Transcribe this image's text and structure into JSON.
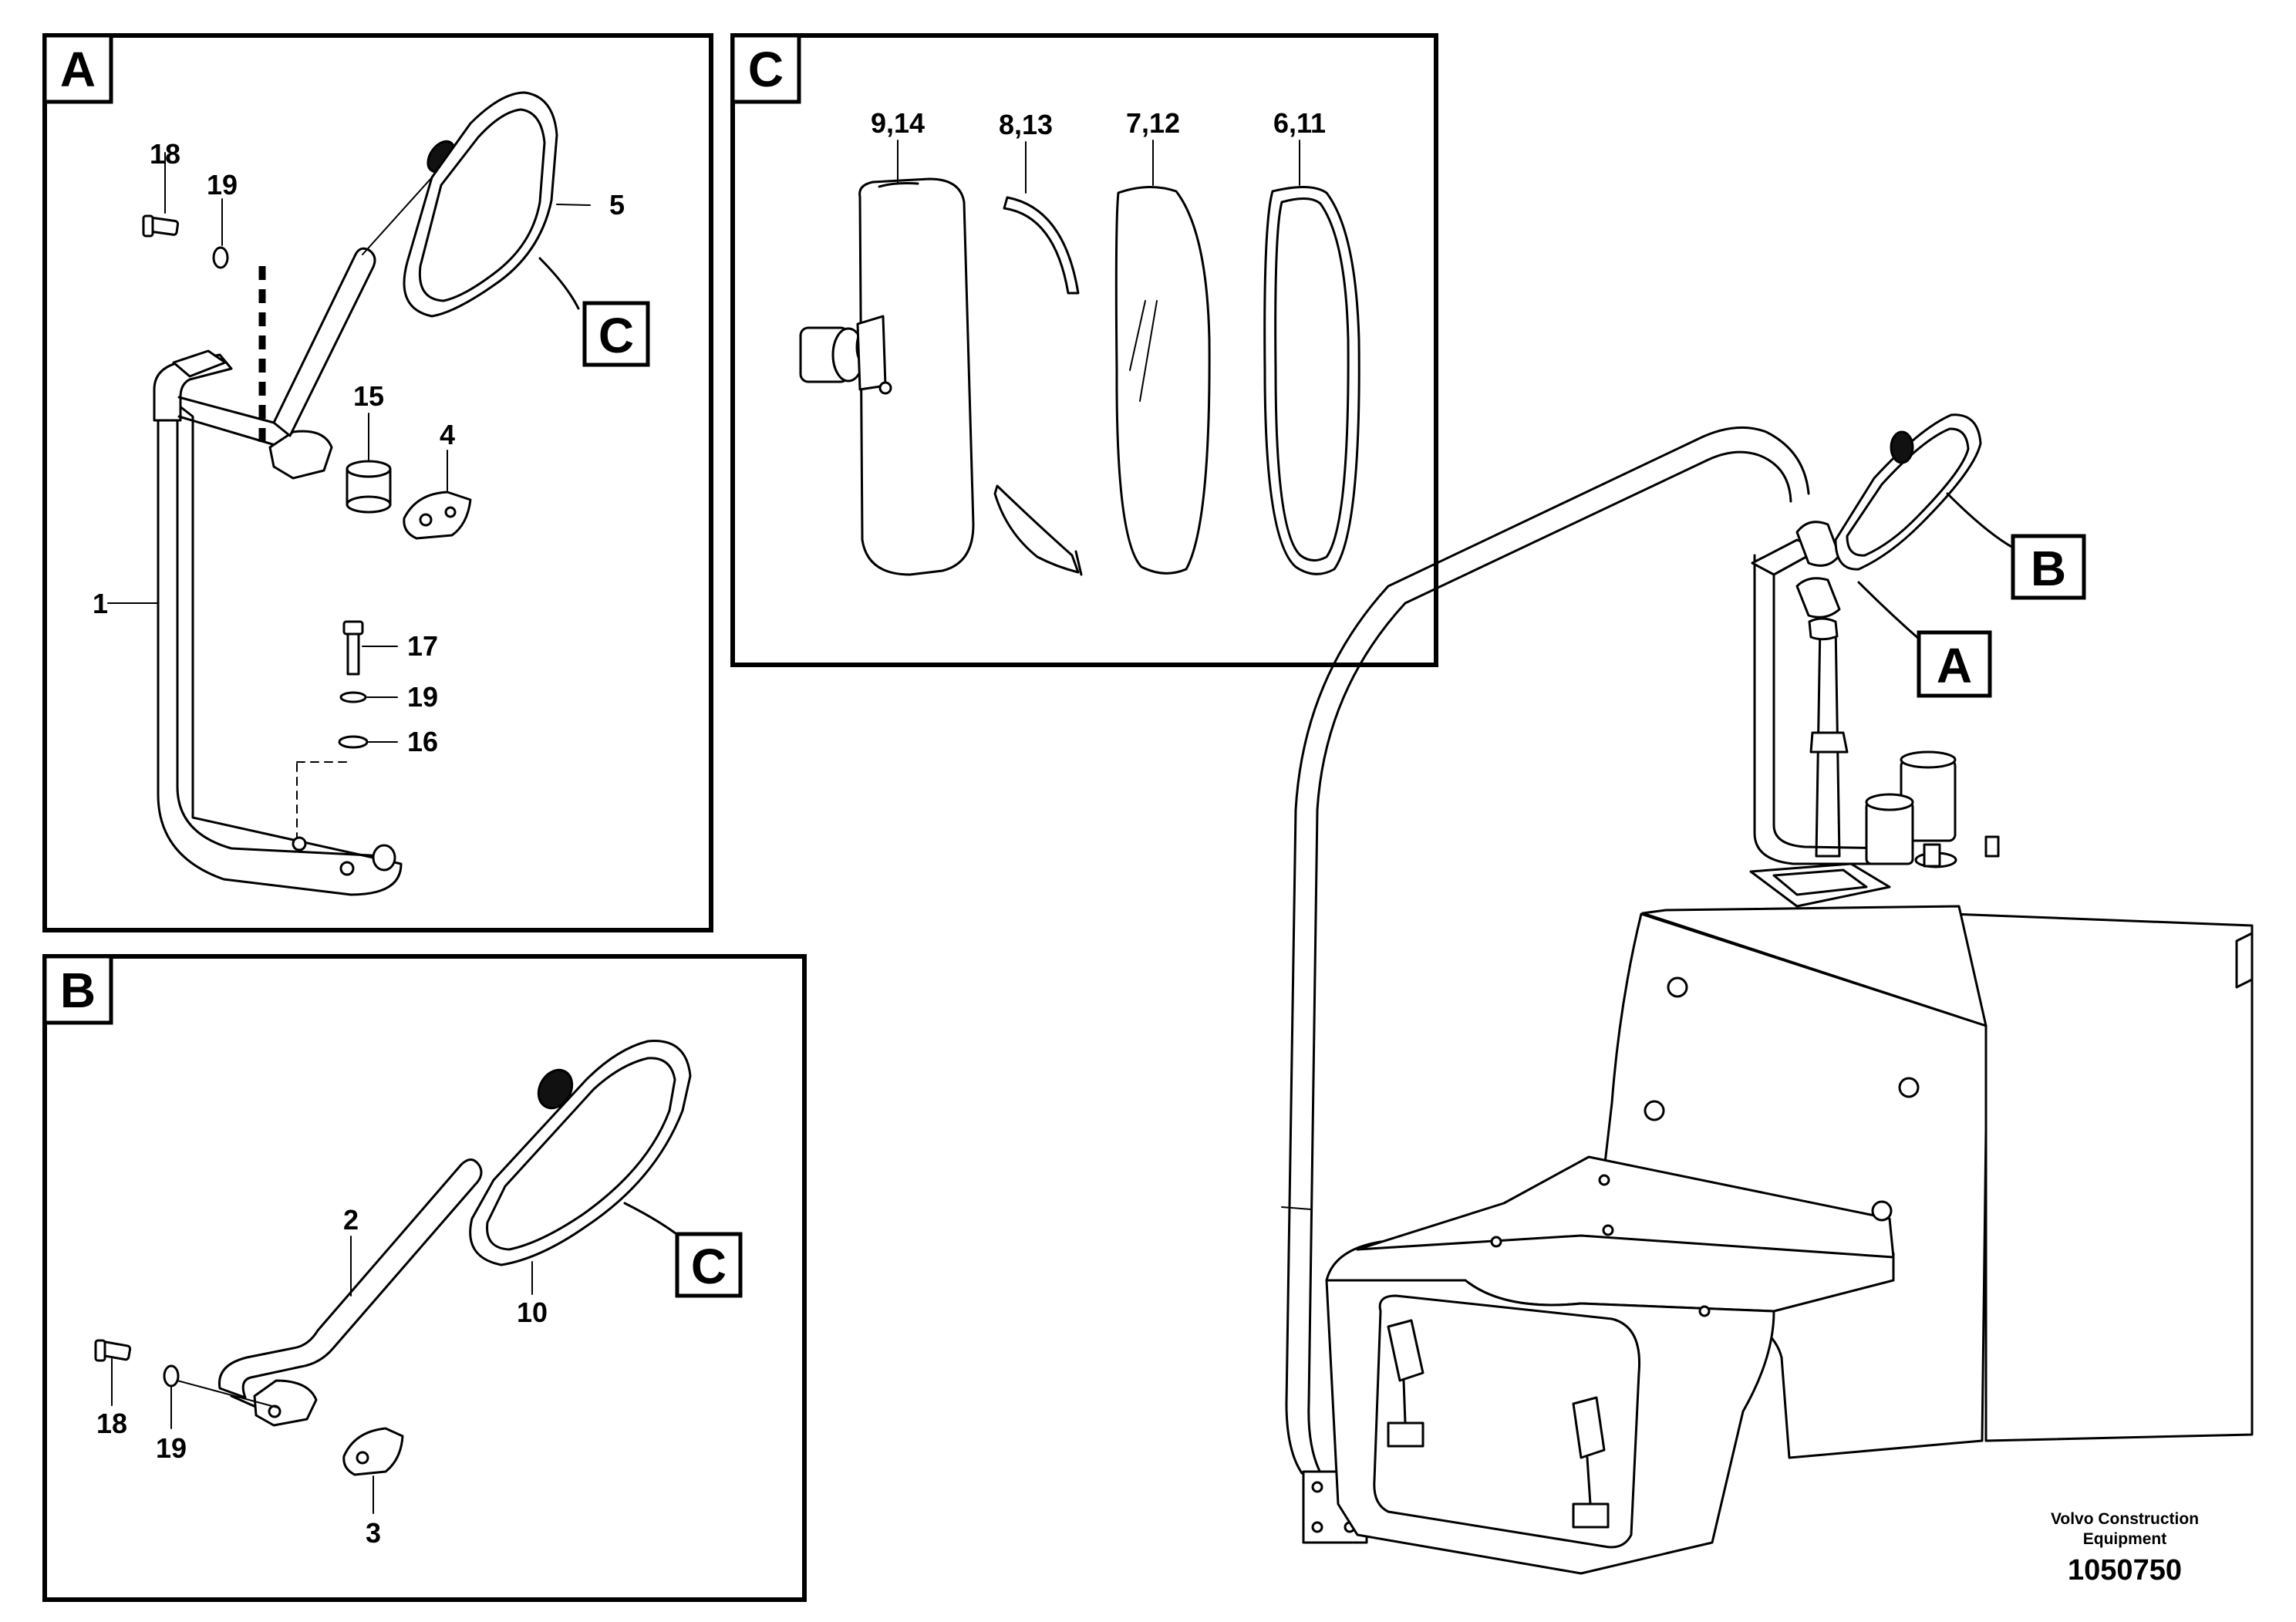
{
  "panel_a": {
    "tag": "A",
    "callouts": {
      "n1": "1",
      "n4": "4",
      "n5": "5",
      "n15": "15",
      "n16": "16",
      "n17": "17",
      "n18": "18",
      "n19a": "19",
      "n19b": "19",
      "ref_c": "C"
    }
  },
  "panel_b": {
    "tag": "B",
    "callouts": {
      "n2": "2",
      "n3": "3",
      "n10": "10",
      "n18": "18",
      "n19": "19",
      "ref_c": "C"
    }
  },
  "panel_c": {
    "tag": "C",
    "callouts": {
      "c1": "9,14",
      "c2": "8,13",
      "c3": "7,12",
      "c4": "6,11"
    }
  },
  "overview": {
    "ref_b": "B",
    "ref_a": "A"
  },
  "footer": {
    "company_line1": "Volvo Construction",
    "company_line2": "Equipment",
    "doc_number": "1050750"
  }
}
